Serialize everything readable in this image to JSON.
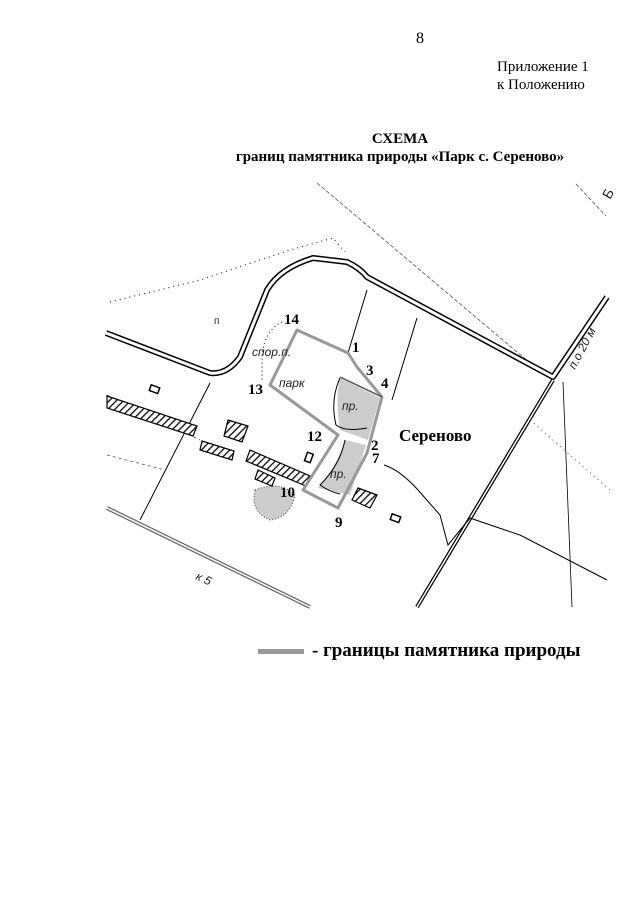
{
  "page_number": "8",
  "appendix": {
    "line1": "Приложение 1",
    "line2": "к Положению"
  },
  "title": {
    "line1": "СХЕМА",
    "line2": "границ памятника природы «Парк с. Сереново»"
  },
  "map": {
    "village": "Сереново",
    "areas": {
      "park": "парк",
      "sport": "спор.п.",
      "pond1": "пр.",
      "pond2": "пр."
    },
    "markers": {
      "p1": "п",
      "road_width": "п.о 20 м",
      "k5": "к 5",
      "corner": "Б"
    },
    "points": [
      "1",
      "2",
      "3",
      "4",
      "7",
      "9",
      "10",
      "12",
      "13",
      "14"
    ],
    "boundary_color": "#999999"
  },
  "legend": {
    "text": "- границы памятника природы"
  }
}
